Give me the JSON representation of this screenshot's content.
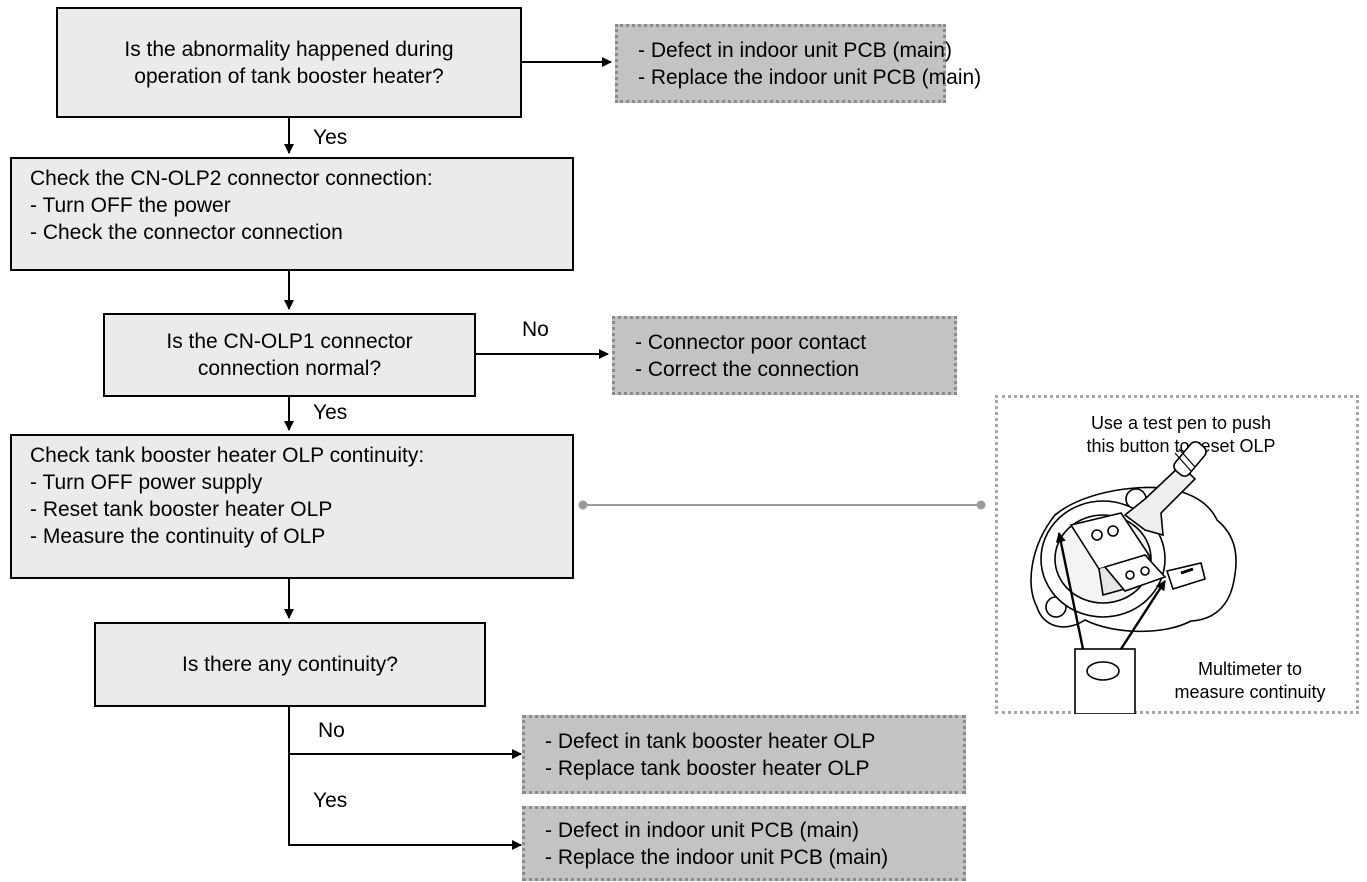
{
  "q1": [
    "Is the abnormality happened during",
    "operation of tank booster heater?"
  ],
  "r1": [
    "- Defect in indoor unit PCB (main)",
    "- Replace the indoor unit PCB (main)"
  ],
  "yes1": "Yes",
  "step1": [
    "Check the CN-OLP2 connector connection:",
    "- Turn OFF the power",
    "- Check the connector connection"
  ],
  "q2": [
    "Is the CN-OLP1 connector",
    "connection normal?"
  ],
  "no2": "No",
  "r2": [
    "- Connector poor contact",
    "- Correct the connection"
  ],
  "yes2": "Yes",
  "step2": [
    "Check tank booster heater OLP continuity:",
    "- Turn OFF power supply",
    "- Reset tank booster heater OLP",
    "- Measure the continuity of OLP"
  ],
  "q3": "Is there any continuity?",
  "no3": "No",
  "r3": [
    "- Defect in tank booster heater OLP",
    "- Replace tank booster heater OLP"
  ],
  "yes3": "Yes",
  "r4": [
    "- Defect in indoor unit PCB (main)",
    "- Replace the indoor unit PCB (main)"
  ],
  "figure": {
    "caption_top": [
      "Use a test pen to push",
      "this button to reset OLP"
    ],
    "caption_bottom": [
      "Multimeter to",
      "measure continuity"
    ]
  }
}
